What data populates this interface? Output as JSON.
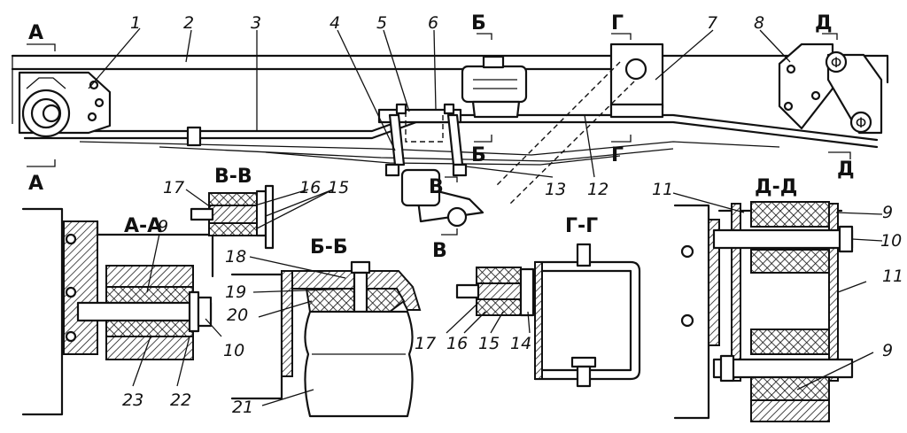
{
  "callouts": [
    "1",
    "2",
    "3",
    "4",
    "5",
    "6",
    "7",
    "8",
    "9",
    "10",
    "11",
    "12",
    "13",
    "14",
    "15",
    "16",
    "17",
    "18",
    "19",
    "20",
    "21",
    "22",
    "23"
  ],
  "extra": {
    "c9b": "9",
    "c9c": "9",
    "c10b": "10",
    "c11b": "11",
    "c15b": "15",
    "c16b": "16",
    "c17b": "17"
  },
  "cut_markers": {
    "A": "А",
    "B": "Б",
    "V": "В",
    "G": "Г",
    "D": "Д"
  },
  "section_titles": {
    "AA": "А-А",
    "BB": "Б-Б",
    "VV": "В-В",
    "GG": "Г-Г",
    "DD": "Д-Д"
  }
}
